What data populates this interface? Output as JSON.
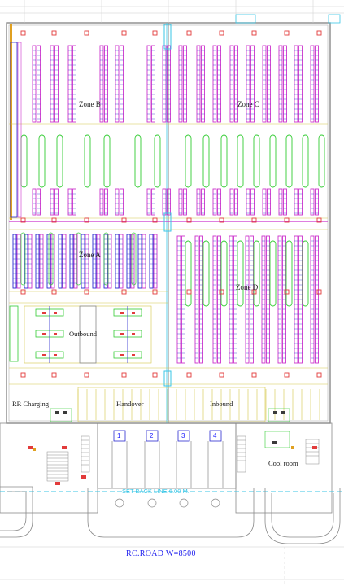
{
  "zones": {
    "zone_b": "Zone B",
    "zone_c": "Zone C",
    "zone_a": "Zone A",
    "zone_d": "Zone D"
  },
  "areas": {
    "outbound": "Outbound",
    "rr_charging": "RR Charging",
    "handover": "Handover",
    "inbound": "Inbound",
    "cool_room": "Cool room"
  },
  "docks": [
    "1",
    "2",
    "3",
    "4"
  ],
  "setback_line": "SET BACK LINE 6.00 M.",
  "road": "RC.ROAD  W=8500",
  "colors": {
    "wall": "#8a8a8a",
    "rack": "#cc33cc",
    "rack_inner": "#2a2ad0",
    "aisle": "#33cc33",
    "grid": "#d6c84a",
    "column": "#e23b3b",
    "cyan": "#39c6e6"
  }
}
